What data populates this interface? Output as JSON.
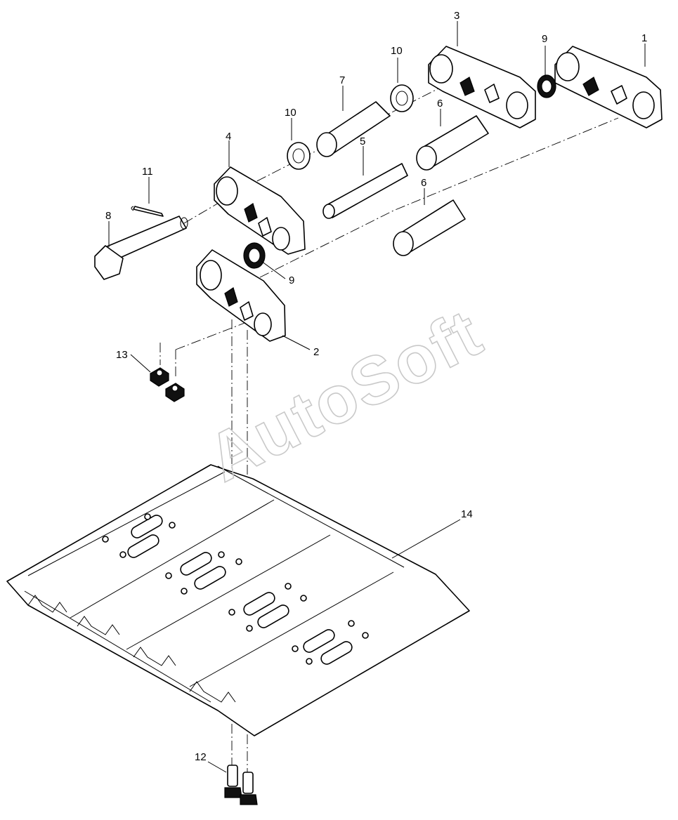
{
  "watermark": "AutoSoft",
  "callouts": [
    {
      "id": "c1",
      "label": "1"
    },
    {
      "id": "c2",
      "label": "2"
    },
    {
      "id": "c3",
      "label": "3"
    },
    {
      "id": "c4",
      "label": "4"
    },
    {
      "id": "c5",
      "label": "5"
    },
    {
      "id": "c6a",
      "label": "6"
    },
    {
      "id": "c6b",
      "label": "6"
    },
    {
      "id": "c7",
      "label": "7"
    },
    {
      "id": "c8",
      "label": "8"
    },
    {
      "id": "c9a",
      "label": "9"
    },
    {
      "id": "c9b",
      "label": "9"
    },
    {
      "id": "c10a",
      "label": "10"
    },
    {
      "id": "c10b",
      "label": "10"
    },
    {
      "id": "c11",
      "label": "11"
    },
    {
      "id": "c12",
      "label": "12"
    },
    {
      "id": "c13",
      "label": "13"
    },
    {
      "id": "c14",
      "label": "14"
    }
  ]
}
